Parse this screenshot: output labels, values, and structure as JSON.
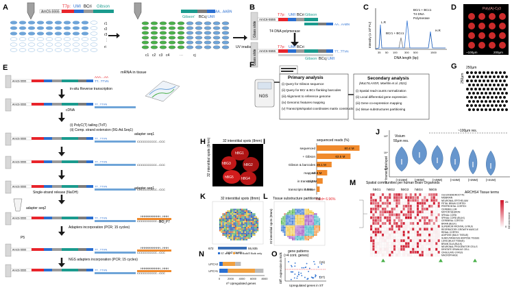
{
  "panels": {
    "A": "A",
    "B": "B",
    "C": "C",
    "D": "D",
    "E": "E",
    "F": "F",
    "G": "G",
    "H": "H",
    "I": "I",
    "J": "J",
    "K": "K",
    "L": "L",
    "M": "M",
    "N": "N",
    "O": "O"
  },
  "oligo": {
    "amc6": "AmC6-5555",
    "t7p": "T7p:",
    "umi": "UMI",
    "bcri": "BCri",
    "gibson": "Gibson",
    "gibson_p": "Gibson'",
    "bcj": "BCcj",
    "polyA": "AA...AABN",
    "polyT": "TT...TTVN",
    "aaa": "AAA....AA",
    "ccc": "CCCCCCCCCC...CCC",
    "hhh": "HHHHHHHHHH...HHH"
  },
  "panelA": {
    "rows": [
      "r1",
      "r2",
      "r3",
      "⋮",
      "ri"
    ],
    "cols": [
      "c1",
      "c2",
      "c3",
      "c4",
      "⋯",
      "cj"
    ],
    "uv": "UV irradiation"
  },
  "panelB": {
    "slide": "Glass slide",
    "polymerase": "T4 DNA polymerase"
  },
  "panelC": {
    "ylabel": "Intensity (x 10³ FU)",
    "xlabel": "DNA length (bp)",
    "ticks_x": [
      "35",
      "50",
      "100",
      "300",
      "500",
      "1500"
    ],
    "label1": "BCr1 + BCc1",
    "label2": "BCr1 + BCc1 + T4 DNA Polymerase",
    "LR": "L.R",
    "HR": "H.R"
  },
  "panelD": {
    "label": "Poly(A)-Cy3",
    "scale1": "~100µm",
    "scale2": "200µm"
  },
  "panelE": {
    "mrna": "mRNA in tissue",
    "step1": "in-situ Reverse transcription",
    "cdna": "cDNA",
    "step2a": "(i)  PolyC(T) tailing (TdT)",
    "step2b": "(ii)  Comp. strand extension (9G-Ad.Seq1)",
    "adapter1": "adapter seq1",
    "step3": "Single-strand release (NaOH)",
    "adapter2": "adapter seq2",
    "step4": "Adapters incorporation (PCR; 15 cycles)",
    "bc_p7": "BC_P7",
    "p5": "P5",
    "step5": "NGS adapters incorporation (PCR; 15 cycles)"
  },
  "panelF": {
    "ngs": "NGS",
    "primary_title": "Primary analysis",
    "primary_items": [
      "(i)  Query for Gibson sequence",
      "(ii)  Query for BCr & BCc flanking barcodes",
      "(iii)  Alignment to reference genome",
      "(iv)  Genomic features mapping",
      "(v)  Transcripts/spatial coordinates matrix construction"
    ],
    "secondary_title": "Secondary analysis",
    "secondary_sub": "(MULTILAYER, Moehlin et al. 2021)",
    "secondary_items": [
      "(i)  Spatial read-counts normalization",
      "(ii)  Local differential gene expression",
      "(iii)  Gene co-expression mapping",
      "(iv)  tissue substructures partitioning"
    ]
  },
  "panelG": {
    "top": "250µm",
    "side": "250µm"
  },
  "panelH": {
    "top": "32 interstitial spots (8mm)",
    "side": "32 interstitial spots (8mm)",
    "labels": [
      "hBG1",
      "hBG2",
      "hBG3",
      "hBG4",
      "hBG5"
    ]
  },
  "panelI": {
    "title": "sequenced reads (%)",
    "categories": [
      "sequenced",
      "+ Gibson",
      "Gibson & barcodes",
      "mapped",
      "in transcripts",
      "transcripts in tissue"
    ],
    "values": [
      80.4,
      63.5,
      28.1,
      19.8,
      11.3,
      5.6
    ],
    "labels": [
      "80.4 M",
      "63.5 M",
      "28.1 M",
      "19.8 M",
      "11.3 M",
      "5.6 M"
    ],
    "yield": "Yield= 6.96%"
  },
  "panelJ": {
    "ylabel": "nº transcripts/spot",
    "visium": "Visium",
    "visium_res": "55µm res.",
    "res_label": "~100µm res.",
    "categories": [
      "(>216M)",
      "(>80M)",
      "(>49M)",
      "(>44M)",
      "(>25M)",
      "(>21M)"
    ],
    "yticks": [
      "10⁵",
      "10⁴",
      "10³"
    ]
  },
  "panelK": {
    "top": "32 interstitial spots (8mm)",
    "min": "672",
    "max": "55,935",
    "legend": "read counts"
  },
  "panelL": {
    "title": "Tissue substructure partitioning",
    "side": "32 interstitial spots (8mm)"
  },
  "panelM": {
    "title": "Spatial communities per human Brain Organoids",
    "subtitle": "ARCHS4 Tissue terms",
    "groups": [
      "hBG1",
      "hBG2",
      "hBG3",
      "hBG4",
      "hBG5"
    ],
    "terms": [
      "OLIGODENDROCYTE",
      "MIDBRAIN",
      "NEURONAL EPITHELIUM",
      "FETAL BRAIN CORTEX",
      "PREFRONTAL CORTEX",
      "CEREBELLUM",
      "MOTOR NEURON",
      "SPINAL CORD",
      "SPINAL CORD (BULK)",
      "CEREBRAL CORTEX",
      "BRAIN (BULK)",
      "SUPERIOR FRONTAL GYRUS",
      "RESPIRATORY GROWTH MUSCLE",
      "RENAL CORTEX",
      "ADIPOSE (BULK TISSUE)",
      "SUBCUTANEOUS ADIPOSE TISSUE",
      "LUNG (BULK TISSUE)",
      "BRAIN GLIA (BULK)",
      "NEURONAL PROGENITOR CELLS",
      "DENTATE GRANULE CELL",
      "CINGULATE GYRUS",
      "MACROPHAGE"
    ],
    "legend_min": "0",
    "legend_max": "25",
    "legend_label": "-10^{-log10(P-value)}",
    "legend_label2": "GO enrichment"
  },
  "panelN": {
    "legend": [
      "ST only",
      "ST & Bulk",
      "Bulk only"
    ],
    "categories": [
      "LFC>2",
      "LFC>1"
    ],
    "xlabel": "nº Upregulated genes",
    "xticks": [
      "0",
      "2000",
      "4000",
      "6000",
      "8000"
    ],
    "series": [
      {
        "name": "ST only",
        "values": [
          600,
          1500
        ]
      },
      {
        "name": "ST & Bulk",
        "values": [
          2200,
          4800
        ]
      },
      {
        "name": "Bulk only",
        "values": [
          1000,
          1500
        ]
      }
    ]
  },
  "panelO": {
    "title": "gene patterns",
    "subtitle": "(>4 cont. genes)",
    "ylabel": "Diff. expression in Bulk",
    "xlabel": "Upregulated genes in ST",
    "n1": "(15)",
    "n2": "(27)"
  },
  "colors": {
    "t7p": "#e8242b",
    "umi": "#2a6fd1",
    "bcri": "#9a9a9a",
    "gibson": "#1a9b8e",
    "bcj": "#7b7b7b",
    "arrow": "#1a1a1a",
    "orange": "#f08a2c",
    "green": "#4ab04a",
    "lightblue": "#6ea4d8",
    "violin": "#4c84c4"
  }
}
